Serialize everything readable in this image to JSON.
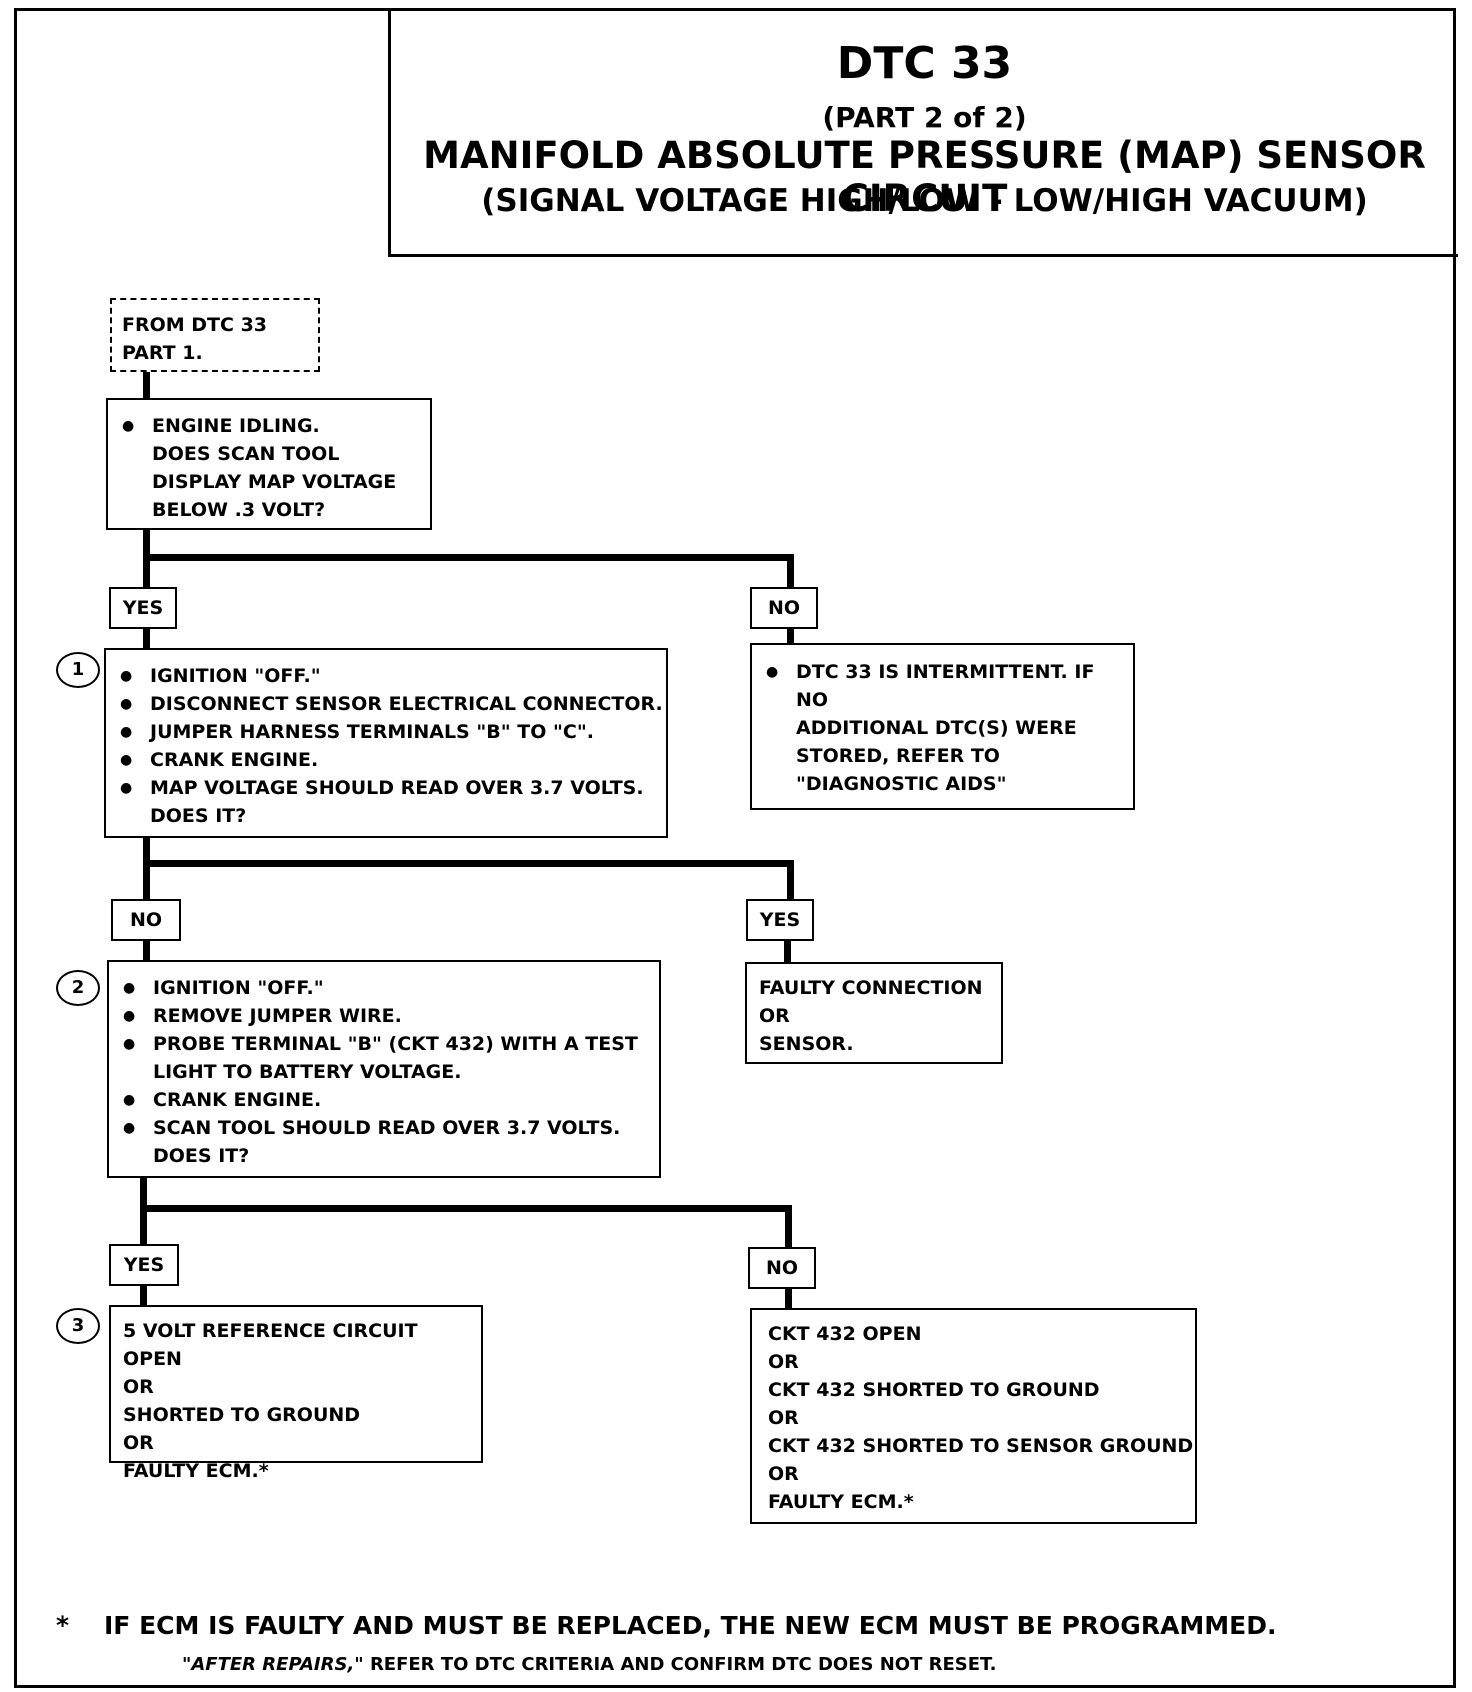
{
  "title": {
    "code": "DTC 33",
    "part": "(PART  2 of 2)",
    "main": "MANIFOLD ABSOLUTE PRESSURE (MAP) SENSOR CIRCUIT",
    "sub": "(SIGNAL VOLTAGE HIGH/LOW - LOW/HIGH VACUUM)"
  },
  "start": {
    "lines": [
      "FROM DTC 33",
      "PART 1."
    ]
  },
  "box1": {
    "items": [
      "ENGINE IDLING.",
      "DOES SCAN TOOL",
      "DISPLAY MAP VOLTAGE",
      "BELOW .3 VOLT?"
    ]
  },
  "labels": {
    "yes1": "YES",
    "no1": "NO",
    "no2": "NO",
    "yes2": "YES",
    "yes3": "YES",
    "no3": "NO"
  },
  "steps": {
    "s1": "1",
    "s2": "2",
    "s3": "3"
  },
  "box2": {
    "items": [
      "IGNITION \"OFF.\"",
      "DISCONNECT SENSOR ELECTRICAL CONNECTOR.",
      "JUMPER HARNESS TERMINALS \"B\" TO \"C\".",
      "CRANK ENGINE.",
      "MAP VOLTAGE SHOULD READ OVER 3.7 VOLTS."
    ],
    "tail": "DOES IT?"
  },
  "box_intermittent": {
    "items": [
      "DTC 33 IS INTERMITTENT.  IF NO"
    ],
    "tail": [
      "ADDITIONAL DTC(S) WERE",
      "STORED, REFER TO",
      "\"DIAGNOSTIC AIDS\""
    ]
  },
  "box3": {
    "items": [
      "IGNITION \"OFF.\"",
      "REMOVE JUMPER WIRE.",
      "PROBE TERMINAL \"B\" (CKT 432) WITH A TEST"
    ],
    "probe_tail": "LIGHT TO BATTERY VOLTAGE.",
    "items2": [
      "CRANK ENGINE.",
      "SCAN TOOL SHOULD READ OVER 3.7 VOLTS."
    ],
    "tail": "DOES IT?"
  },
  "box_faulty": {
    "lines": [
      "FAULTY CONNECTION",
      "OR",
      "SENSOR."
    ]
  },
  "box_ref": {
    "lines": [
      "5 VOLT REFERENCE CIRCUIT OPEN",
      "OR",
      "SHORTED TO GROUND",
      "OR",
      "FAULTY ECM.*"
    ]
  },
  "box_ckt": {
    "lines": [
      "CKT 432 OPEN",
      "OR",
      "CKT 432 SHORTED TO GROUND",
      "OR",
      "CKT 432 SHORTED TO SENSOR GROUND",
      "OR",
      "FAULTY ECM.*"
    ]
  },
  "footer": {
    "star": "*",
    "note": "IF ECM IS FAULTY AND MUST BE REPLACED, THE NEW ECM MUST BE PROGRAMMED.",
    "after_italic": "\"AFTER REPAIRS,\"",
    "after_rest": " REFER TO DTC CRITERIA AND CONFIRM DTC DOES NOT RESET."
  }
}
